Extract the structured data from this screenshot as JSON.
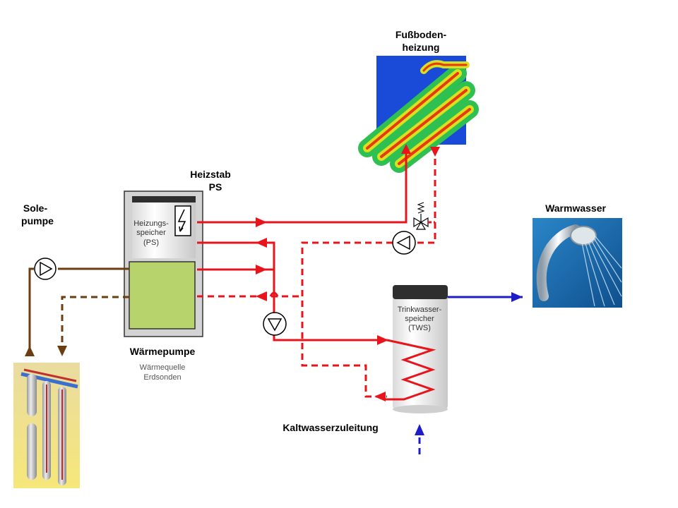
{
  "labels": {
    "fussbodenheizung": [
      "Fußboden-",
      "heizung"
    ],
    "heizstab": [
      "Heizstab",
      "PS"
    ],
    "solepumpe": [
      "Sole-",
      "pumpe"
    ],
    "warmwasser": "Warmwasser",
    "heizungsspeicher": [
      "Heizungs-",
      "speicher",
      "(PS)"
    ],
    "trinkwasserspeicher": [
      "Trinkwasser-",
      "speicher",
      "(TWS)"
    ],
    "waermepumpe": "Wärmepumpe",
    "waermequelle": [
      "Wärmequelle",
      "Erdsonden"
    ],
    "kaltwasserzuleitung": "Kaltwasserzuleitung"
  },
  "colors": {
    "supply": "#e8141b",
    "return_dashed": "#e8141b",
    "brine": "#6b3e12",
    "cold_water": "#1c1cc8",
    "tank_top": "#2e2e2e",
    "heat_pump_fill": "#b7d36b",
    "shower_bg": "#1f6fb2",
    "ground_bg": "#f4e48a"
  },
  "icons": {
    "heating_rod": "lightning-bolt-icon",
    "pump": "pump-triangle-icon",
    "valve": "three-way-valve-icon",
    "shower": "shower-head-icon",
    "ground_probe": "borehole-probe-icon",
    "floor_heating": "floor-heating-thermal-icon"
  }
}
